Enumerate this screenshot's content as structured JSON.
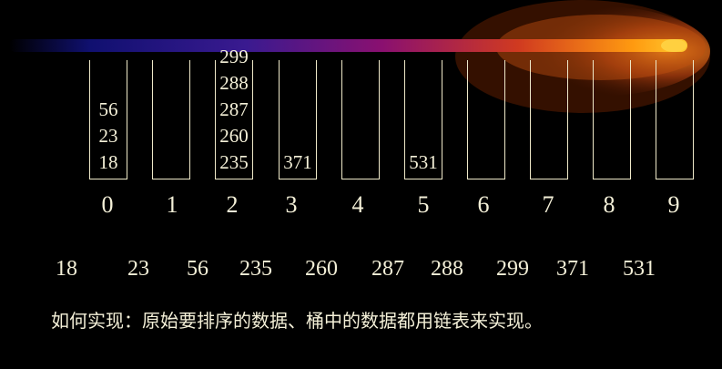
{
  "buckets": [
    {
      "index": "0",
      "values": [
        "18",
        "23",
        "56"
      ]
    },
    {
      "index": "1",
      "values": []
    },
    {
      "index": "2",
      "values": [
        "235",
        "260",
        "287",
        "288",
        "299"
      ]
    },
    {
      "index": "3",
      "values": [
        "371"
      ]
    },
    {
      "index": "4",
      "values": []
    },
    {
      "index": "5",
      "values": [
        "531"
      ]
    },
    {
      "index": "6",
      "values": []
    },
    {
      "index": "7",
      "values": []
    },
    {
      "index": "8",
      "values": []
    },
    {
      "index": "9",
      "values": []
    }
  ],
  "sorted_result": [
    "18",
    "23",
    "56",
    "235",
    "260",
    "287",
    "288",
    "299",
    "371",
    "531"
  ],
  "caption": "如何实现：原始要排序的数据、桶中的数据都用链表来实现。",
  "colors": {
    "background": "#000000",
    "text": "#f4f0d8",
    "bucket_outline": "#efe9c9",
    "comet_head": "#ffb000",
    "comet_tail": "#1a1a80"
  }
}
